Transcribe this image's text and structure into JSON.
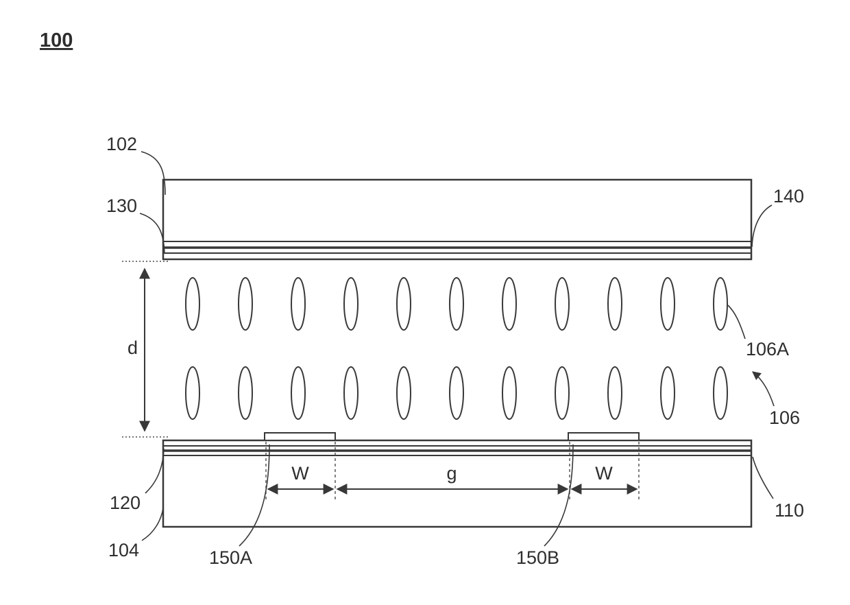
{
  "figure": {
    "number": "100",
    "labels": {
      "top_substrate": "102",
      "top_alignment_layer": "130",
      "top_electrode_layer": "140",
      "cell_gap": "d",
      "lc_molecule": "106A",
      "lc_layer": "106",
      "bottom_alignment_layer": "120",
      "bottom_substrate": "104",
      "bottom_layer": "110",
      "electrode_a": "150A",
      "electrode_b": "150B",
      "width_left": "W",
      "gap": "g",
      "width_right": "W"
    },
    "colors": {
      "line": "#383838",
      "background": "#ffffff"
    }
  }
}
